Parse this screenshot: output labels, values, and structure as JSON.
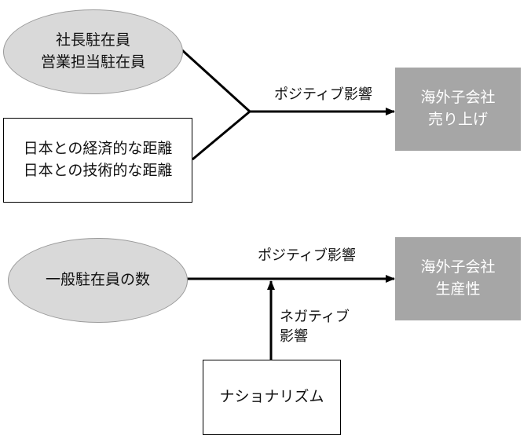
{
  "top": {
    "ellipse": [
      "社長駐在員",
      "営業担当駐在員"
    ],
    "box": [
      "日本との経済的な距離",
      "日本との技術的な距離"
    ],
    "arrow_label": "ポジティブ影響",
    "target": [
      "海外子会社",
      "売り上げ"
    ]
  },
  "bottom": {
    "ellipse": "一般駐在員の数",
    "arrow_label": "ポジティブ影響",
    "target": [
      "海外子会社",
      "生産性"
    ],
    "negative_label": [
      "ネガティブ",
      "影響"
    ],
    "box": "ナショナリズム"
  }
}
